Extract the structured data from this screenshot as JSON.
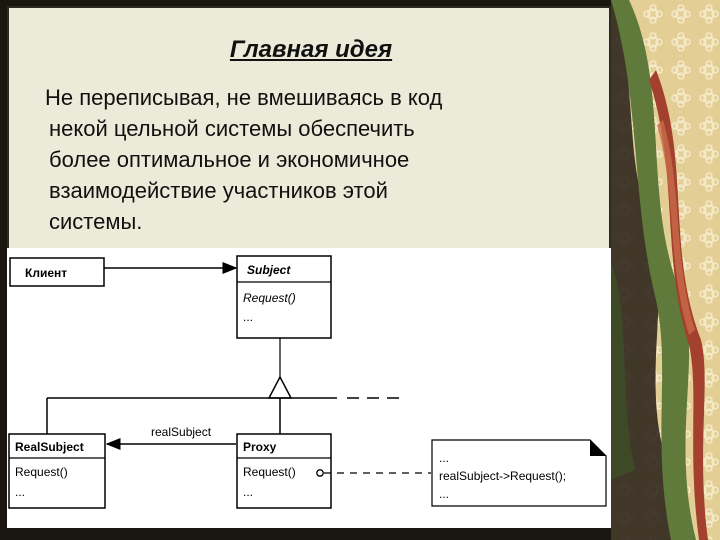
{
  "slide": {
    "title": "Главная идея",
    "body_lines": [
      "Не переписывая, не вмешиваясь в код",
      "некой цельной системы обеспечить",
      "более оптимальное и экономичное",
      "взаимодействие участников этой",
      "системы."
    ]
  },
  "diagram": {
    "client": {
      "name": "Клиент"
    },
    "subject": {
      "name": "Subject",
      "op": "Request()",
      "more": "..."
    },
    "real_subject": {
      "name": "RealSubject",
      "op": "Request()",
      "more": "..."
    },
    "proxy": {
      "name": "Proxy",
      "op": "Request()",
      "more": "..."
    },
    "association_label": "realSubject",
    "note": {
      "line1": "...",
      "line2": "realSubject->Request();",
      "line3": "..."
    }
  },
  "colors": {
    "panel": "#ecebd9",
    "frame": "#2e2a21",
    "decor_green": "#5f7a3a",
    "decor_red": "#a3402e",
    "decor_gold": "#d8b870"
  }
}
